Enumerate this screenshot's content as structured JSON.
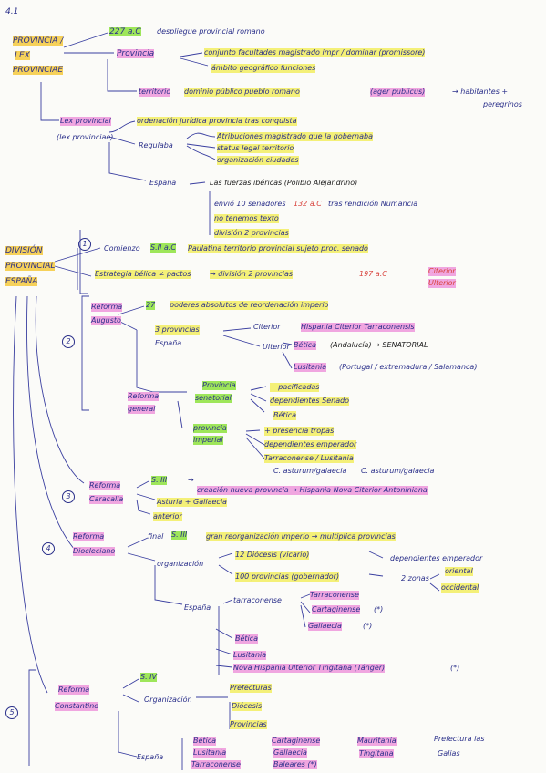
{
  "header": {
    "section": "4.1",
    "circle_markers": [
      "1",
      "2",
      "3",
      "4",
      "5"
    ]
  },
  "part1": {
    "title": [
      "PROVINCIA /",
      "LEX",
      "PROVINCIAE"
    ],
    "date": "227 a.C",
    "date_text": "despliegue provincial romano",
    "provincia_label": "Provincia",
    "provincia_def1": "conjunto facultades magistrado impr / dominar (promissore)",
    "provincia_def2": "ámbito geográfico funciones",
    "territorio_label": "territorio",
    "territorio_def": "dominio público pueblo romano",
    "ager": "(ager publicus)",
    "habitantes": "→ habitantes +",
    "peregrinos": "peregrinos",
    "lex_label": "Lex provincial",
    "lex_sub": "(lex provinciae)",
    "lex_item1": "ordenación jurídica provincia tras conquista",
    "regulaba": "Regulaba",
    "reg1": "Atribuciones magistrado que la gobernaba",
    "reg2": "status legal territorio",
    "reg3": "organización ciudades",
    "espana": "España",
    "espana1": "Las fuerzas ibéricas (Polibio Alejandrino)",
    "espana2": "envió 10 senadores",
    "espana2_date": "132 a.C",
    "espana2_rest": "tras rendición Numancia",
    "espana3": "no tenemos texto",
    "espana4": "división 2 provincias"
  },
  "part2": {
    "title": [
      "DIVISIÓN",
      "PROVINCIAL",
      "ESPAÑA"
    ],
    "comienzo": "Comienzo",
    "comienzo_date": "S.II a.C",
    "comienzo_text": "Paulatina territorio provincial sujeto proc. senado",
    "estrategia": "Estrategia bélica ≠ pactos",
    "estrategia_mid": "→ división 2 provincias",
    "estrategia_date": "197 a.C",
    "citerior": "Citerior",
    "ulterior": "Ulterior"
  },
  "augusto": {
    "title": [
      "Reforma",
      "Augusto"
    ],
    "date": "27",
    "date_text": "poderes absolutos de reordenación imperio",
    "tres": "3 provincias",
    "tres_sub": "España",
    "citerior": "Citerior",
    "citerior_text": "Hispania Citerior Tarraconensis",
    "ulterior": "Ulterior",
    "betica": "Bética",
    "betica_text": "(Andalucía) → SENATORIAL",
    "lusitania": "Lusitania",
    "lusitania_text": "(Portugal / extremadura / Salamanca)",
    "reforma": [
      "Reforma",
      "general"
    ],
    "senatorial": [
      "Provincia",
      "senatorial"
    ],
    "sen1": "+ pacificadas",
    "sen2": "dependientes Senado",
    "sen3": "Bética",
    "imperial": [
      "provincia",
      "imperial"
    ],
    "imp1": "+ presencia tropas",
    "imp2": "dependientes emperador",
    "imp3": "Tarraconense / Lusitania",
    "imp4": "C. asturum/galaecia",
    "imp5": "C. asturum/galaecia"
  },
  "caracalla": {
    "title": [
      "Reforma",
      "Caracalla"
    ],
    "date": "S. III",
    "text": "creación nueva provincia → Hispania Nova Citerior Antoniniana",
    "item1": "Asturia + Gallaecia",
    "item2": "anterior"
  },
  "diocleciano": {
    "title": [
      "Reforma",
      "Diocleciano"
    ],
    "final": "final",
    "date": "S. III",
    "final_text": "gran reorganización imperio → multiplica provincias",
    "organizacion": "organización",
    "org1": "12 Diócesis (vicario)",
    "org2": "100 provincias (gobernador)",
    "dep": "dependientes emperador",
    "zonas": "2 zonas",
    "oriental": "oriental",
    "occidental": "occidental",
    "espana": "España",
    "tarraconense": "tarraconense",
    "tarr1": "Tarraconense",
    "tarr2": "Cartaginense",
    "tarr2_mark": "(*)",
    "tarr3": "Gallaecia",
    "tarr3_mark": "(*)",
    "betica": "Bética",
    "lusitania": "Lusitania",
    "nova": "Nova Hispania Ulterior Tingitana (Tánger)",
    "nova_mark": "(*)"
  },
  "constantino": {
    "title": [
      "Reforma",
      "Constantino"
    ],
    "date": "S. IV",
    "organizacion": "Organización",
    "org1": "Prefecturas",
    "org2": "Diócesis",
    "org3": "Provincias",
    "espana": "España",
    "col1": [
      "Bética",
      "Lusitania",
      "Tarraconense"
    ],
    "col2": [
      "Cartaginense",
      "Gallaecia",
      "Baleares (*)"
    ],
    "col3": [
      "Mauritania",
      "Tingitana"
    ],
    "col4": [
      "Prefectura las",
      "Galias"
    ]
  }
}
